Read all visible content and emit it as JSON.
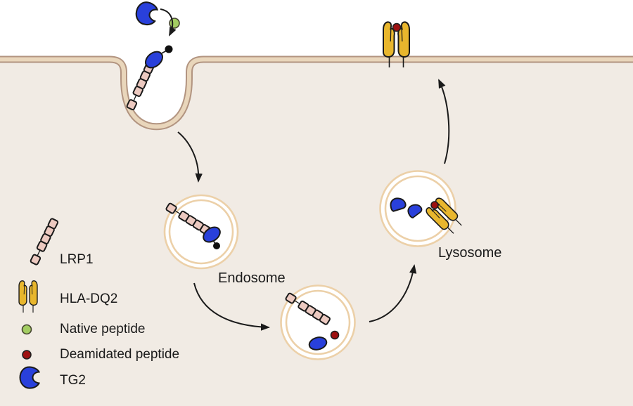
{
  "scene": {
    "labels": {
      "endosome": "Endosome",
      "lysosome": "Lysosome"
    },
    "legend": {
      "items": [
        {
          "icon": "lrp1-receptor-icon",
          "label": "LRP1"
        },
        {
          "icon": "hla-dq2-icon",
          "label": "HLA-DQ2"
        },
        {
          "icon": "native-peptide-icon",
          "label": "Native peptide"
        },
        {
          "icon": "deamidated-peptide-icon",
          "label": "Deamidated peptide"
        },
        {
          "icon": "tg2-icon",
          "label": "TG2"
        }
      ]
    },
    "colors": {
      "background": "#f1ebe4",
      "extracellular": "#ffffff",
      "membrane_edge": "#b29480",
      "membrane_fill": "#e9d6bb",
      "vesicle_ring": "#ecd0a8",
      "lrp1_pink": "#ecc9c0",
      "hla_yellow": "#e8b62d",
      "tg2_blue": "#2940db",
      "native_green": "#a3cd62",
      "deamidated_red": "#9e1111",
      "ink": "#1a1a1a"
    }
  }
}
